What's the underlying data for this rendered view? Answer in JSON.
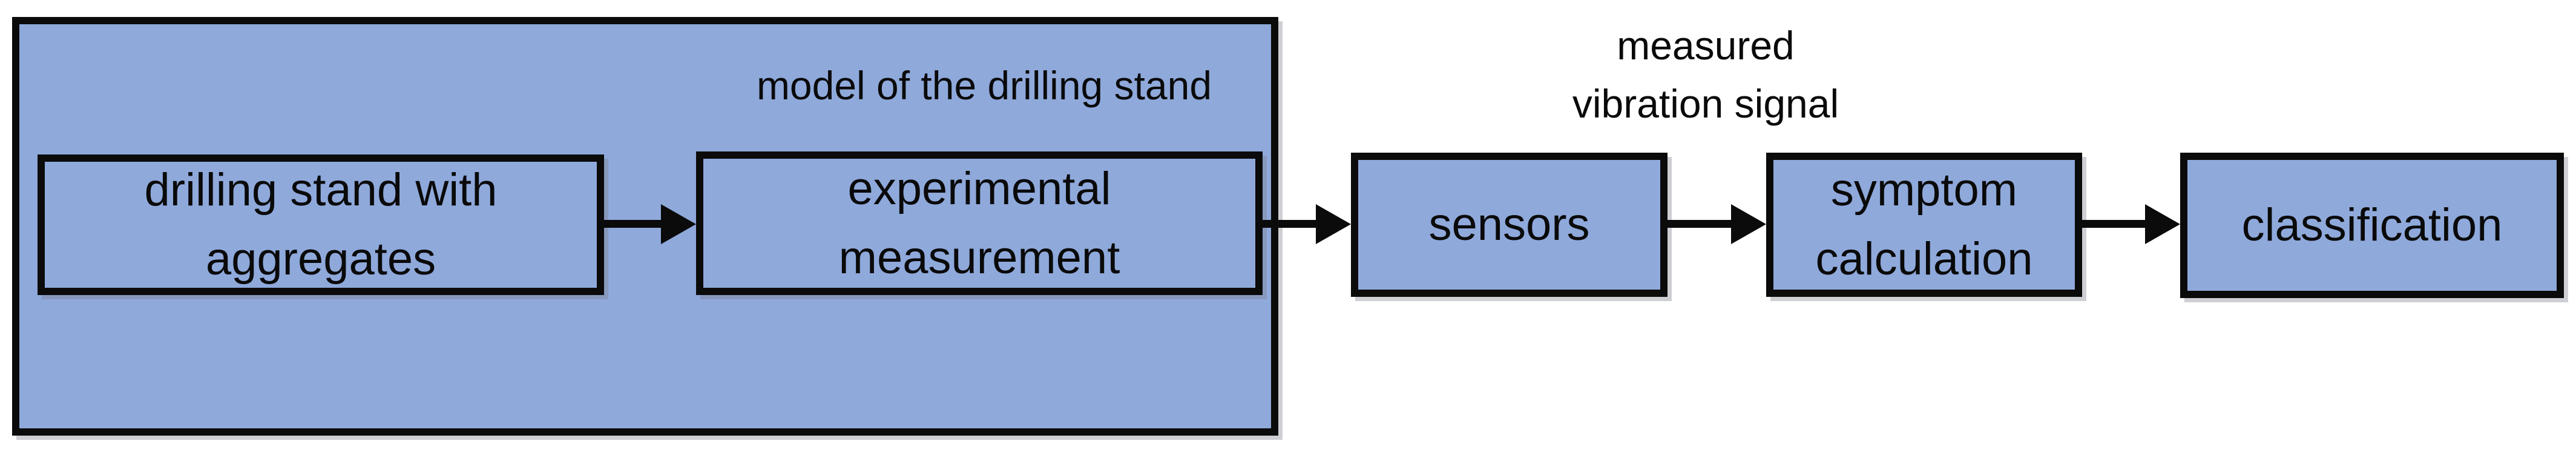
{
  "diagram": {
    "container_label": "model of the drilling stand",
    "annotation_measured_vibration": "measured\nvibration signal",
    "nodes": {
      "drilling_stand": {
        "label": "drilling stand with\naggregates"
      },
      "experimental_measurement": {
        "label": "experimental\nmeasurement"
      },
      "sensors": {
        "label": "sensors"
      },
      "symptom_calculation": {
        "label": "symptom\ncalculation"
      },
      "classification": {
        "label": "classification"
      }
    },
    "colors": {
      "box_fill": "#8FA9DB",
      "outline": "#0B0B0B",
      "text": "#0A0A0A",
      "background": "#FFFFFF"
    }
  }
}
